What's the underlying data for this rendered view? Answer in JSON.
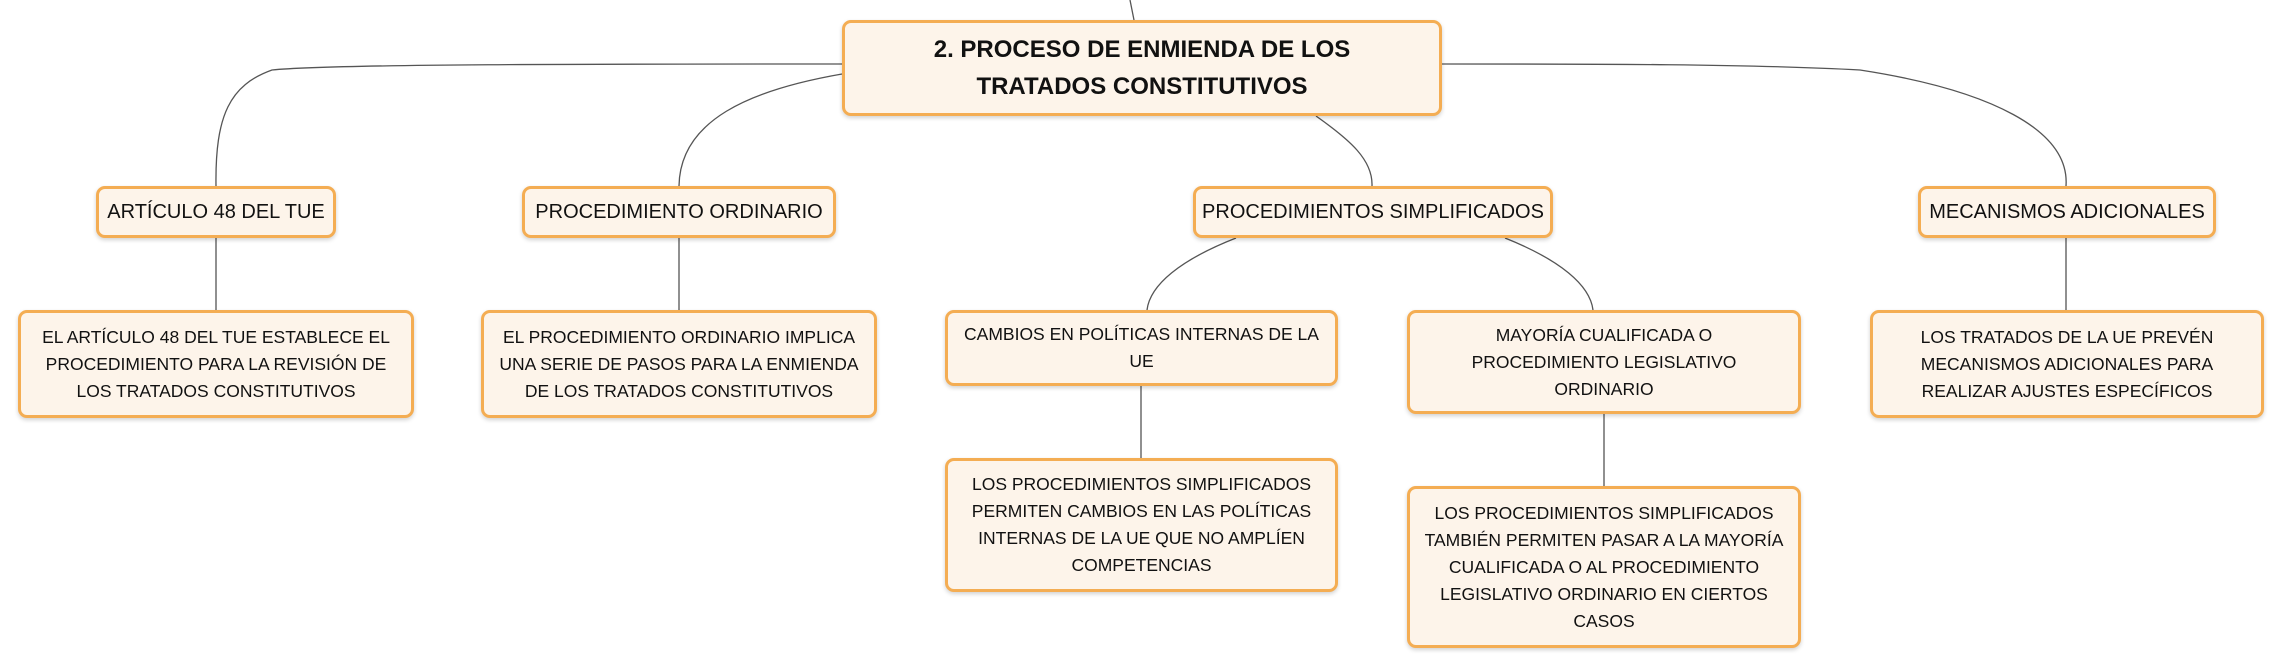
{
  "mindmap": {
    "root": {
      "label": "2. PROCESO DE ENMIENDA DE LOS TRATADOS CONSTITUTIVOS"
    },
    "branches": [
      {
        "label": "ARTÍCULO 48 DEL TUE",
        "children": [
          {
            "label": "EL ARTÍCULO 48 DEL TUE ESTABLECE EL PROCEDIMIENTO PARA LA REVISIÓN DE LOS TRATADOS CONSTITUTIVOS"
          }
        ]
      },
      {
        "label": "PROCEDIMIENTO ORDINARIO",
        "children": [
          {
            "label": "EL PROCEDIMIENTO ORDINARIO IMPLICA UNA SERIE DE PASOS PARA LA ENMIENDA DE LOS TRATADOS CONSTITUTIVOS"
          }
        ]
      },
      {
        "label": "PROCEDIMIENTOS SIMPLIFICADOS",
        "children": [
          {
            "label": "CAMBIOS EN POLÍTICAS INTERNAS DE LA UE",
            "children": [
              {
                "label": "LOS PROCEDIMIENTOS SIMPLIFICADOS PERMITEN CAMBIOS EN LAS POLÍTICAS INTERNAS DE LA UE QUE NO AMPLÍEN COMPETENCIAS"
              }
            ]
          },
          {
            "label": "MAYORÍA CUALIFICADA O PROCEDIMIENTO LEGISLATIVO ORDINARIO",
            "children": [
              {
                "label": "LOS PROCEDIMIENTOS SIMPLIFICADOS TAMBIÉN PERMITEN PASAR A LA MAYORÍA CUALIFICADA O AL PROCEDIMIENTO LEGISLATIVO ORDINARIO EN CIERTOS CASOS"
              }
            ]
          }
        ]
      },
      {
        "label": "MECANISMOS ADICIONALES",
        "children": [
          {
            "label": "LOS TRATADOS DE LA UE PREVÉN MECANISMOS ADICIONALES PARA REALIZAR AJUSTES ESPECÍFICOS"
          }
        ]
      }
    ]
  },
  "colors": {
    "node_fill": "#fdf4ea",
    "node_border": "#f4ad53",
    "connector": "#555555",
    "text": "#111111"
  }
}
